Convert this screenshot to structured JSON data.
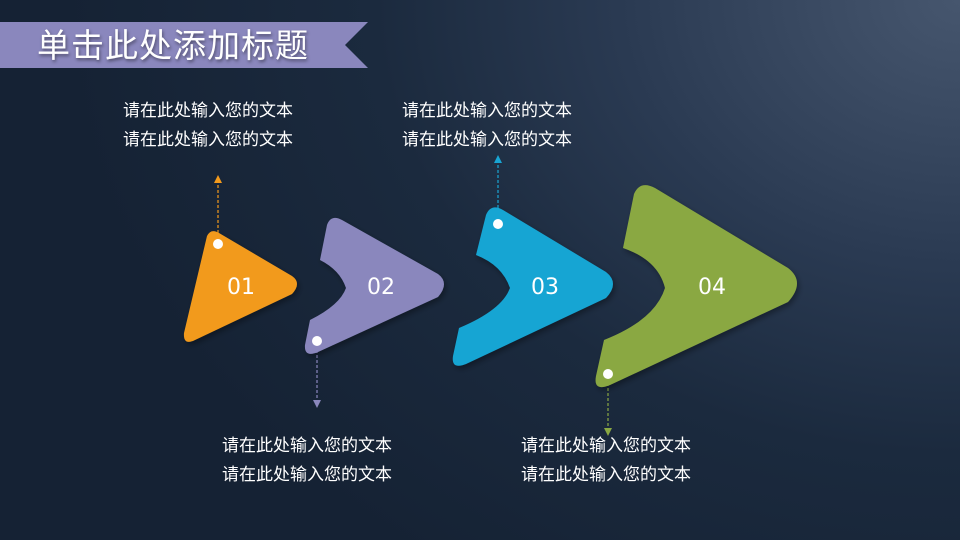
{
  "slide": {
    "title": "单击此处添加标题",
    "colors": {
      "background_dark": "#152234",
      "background_light": "#46566e",
      "banner": "#8a87bd",
      "step1": "#f29a1d",
      "step2": "#8a87bd",
      "step3": "#19a5d3",
      "step4": "#8aa843"
    },
    "steps": [
      {
        "number": "01",
        "color": "#f29a1d",
        "text_position": "top",
        "lines": [
          "请在此处输入您的文本",
          "请在此处输入您的文本"
        ]
      },
      {
        "number": "02",
        "color": "#8a87bd",
        "text_position": "bottom",
        "lines": [
          "请在此处输入您的文本",
          "请在此处输入您的文本"
        ]
      },
      {
        "number": "03",
        "color": "#19a5d3",
        "text_position": "top",
        "lines": [
          "请在此处输入您的文本",
          "请在此处输入您的文本"
        ]
      },
      {
        "number": "04",
        "color": "#8aa843",
        "text_position": "bottom",
        "lines": [
          "请在此处输入您的文本",
          "请在此处输入您的文本"
        ]
      }
    ]
  }
}
